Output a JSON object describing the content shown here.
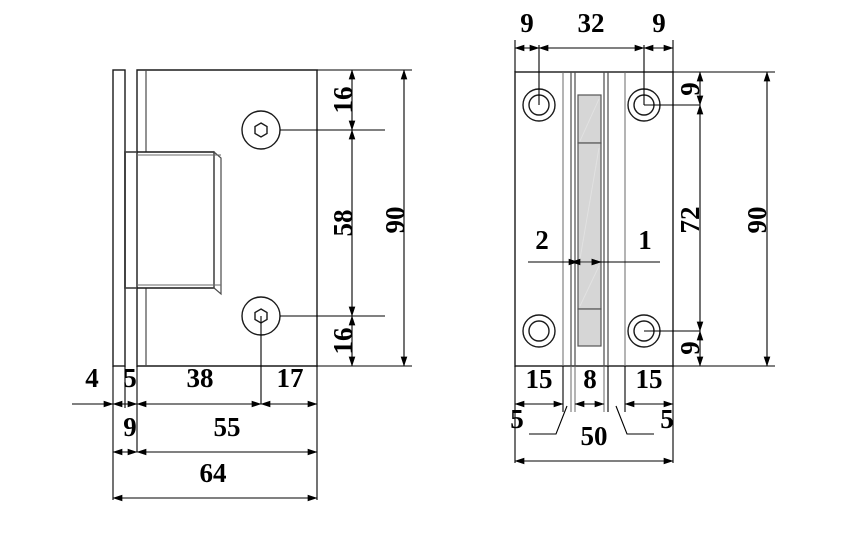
{
  "document": {
    "type": "engineering-drawing",
    "subject": "glass shower door hinge",
    "units": "mm",
    "background_color": "#ffffff",
    "line_color": "#1a1a1a",
    "fill_color": "#d6d6d6"
  },
  "views": [
    {
      "id": "side-view",
      "name": "side-elevation-view",
      "dimensions": {
        "horizontal_chain_upper": [
          {
            "label": "4",
            "value": 4
          },
          {
            "label": "5",
            "value": 5
          },
          {
            "label": "38",
            "value": 38
          },
          {
            "label": "17",
            "value": 17
          }
        ],
        "horizontal_chain_middle": [
          {
            "label": "9",
            "value": 9
          },
          {
            "label": "55",
            "value": 55
          }
        ],
        "horizontal_overall": {
          "label": "64",
          "value": 64
        },
        "vertical_chain": [
          {
            "label": "16",
            "value": 16
          },
          {
            "label": "58",
            "value": 58
          },
          {
            "label": "16",
            "value": 16
          }
        ],
        "vertical_overall": {
          "label": "90",
          "value": 90
        }
      },
      "features": {
        "holes": 2,
        "hole_type": "hex-socket-counterbore"
      }
    },
    {
      "id": "front-view",
      "name": "front-elevation-view",
      "dimensions": {
        "top_chain": [
          {
            "label": "9",
            "value": 9
          },
          {
            "label": "32",
            "value": 32
          },
          {
            "label": "9",
            "value": 9
          }
        ],
        "bottom_chain": [
          {
            "label": "15",
            "value": 15
          },
          {
            "label": "8",
            "value": 8
          },
          {
            "label": "15",
            "value": 15
          }
        ],
        "bottom_leaders": [
          {
            "label": "5",
            "value": 5,
            "side": "left"
          },
          {
            "label": "5",
            "value": 5,
            "side": "right"
          }
        ],
        "bottom_overall": {
          "label": "50",
          "value": 50
        },
        "center_chain": [
          {
            "label": "2",
            "value": 2
          },
          {
            "label": "1",
            "value": 1
          }
        ],
        "right_chain": [
          {
            "label": "9",
            "value": 9
          },
          {
            "label": "72",
            "value": 72
          },
          {
            "label": "9",
            "value": 9
          }
        ],
        "right_overall": {
          "label": "90",
          "value": 90
        }
      },
      "features": {
        "holes": 4,
        "hole_type": "through-hole-counterbore"
      }
    }
  ],
  "labels": {
    "left_4": "4",
    "left_5": "5",
    "left_38": "38",
    "left_17": "17",
    "left_9": "9",
    "left_55": "55",
    "left_64": "64",
    "left_16_top": "16",
    "left_58": "58",
    "left_16_bottom": "16",
    "left_90": "90",
    "right_9_left": "9",
    "right_32": "32",
    "right_9_right": "9",
    "right_15_left": "15",
    "right_8": "8",
    "right_15_right": "15",
    "right_5_left": "5",
    "right_5_right": "5",
    "right_50": "50",
    "right_2": "2",
    "right_1": "1",
    "right_9_top": "9",
    "right_72": "72",
    "right_9_bottom": "9",
    "right_90": "90"
  }
}
